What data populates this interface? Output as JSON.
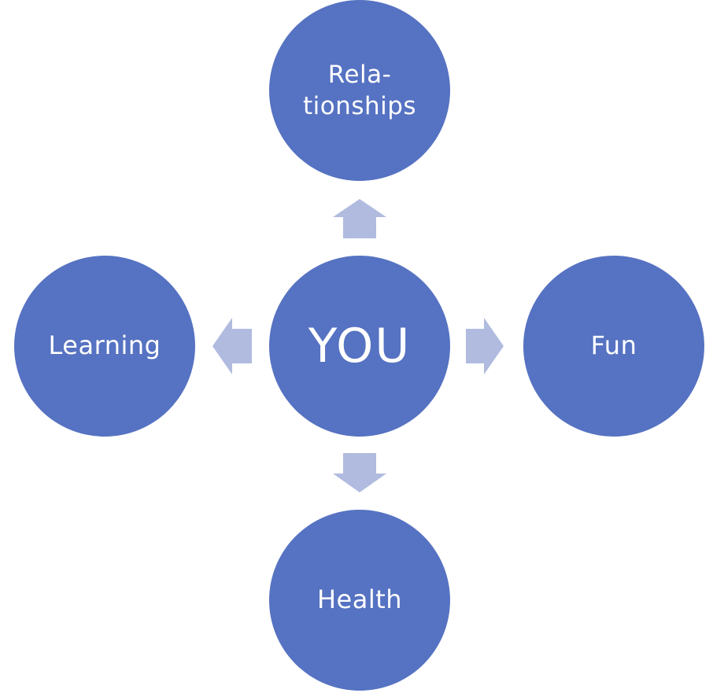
{
  "diagram": {
    "center": {
      "label": "YOU"
    },
    "nodes": {
      "top": {
        "line1": "Rela-",
        "line2": "tionships"
      },
      "left": {
        "label": "Learning"
      },
      "right": {
        "label": "Fun"
      },
      "bottom": {
        "label": "Health"
      }
    },
    "arrows": [
      "up",
      "left",
      "right",
      "down"
    ],
    "colors": {
      "node_fill": "#5672c2",
      "arrow_fill": "#b0bbdf",
      "text": "#ffffff",
      "background": "#ffffff"
    }
  }
}
